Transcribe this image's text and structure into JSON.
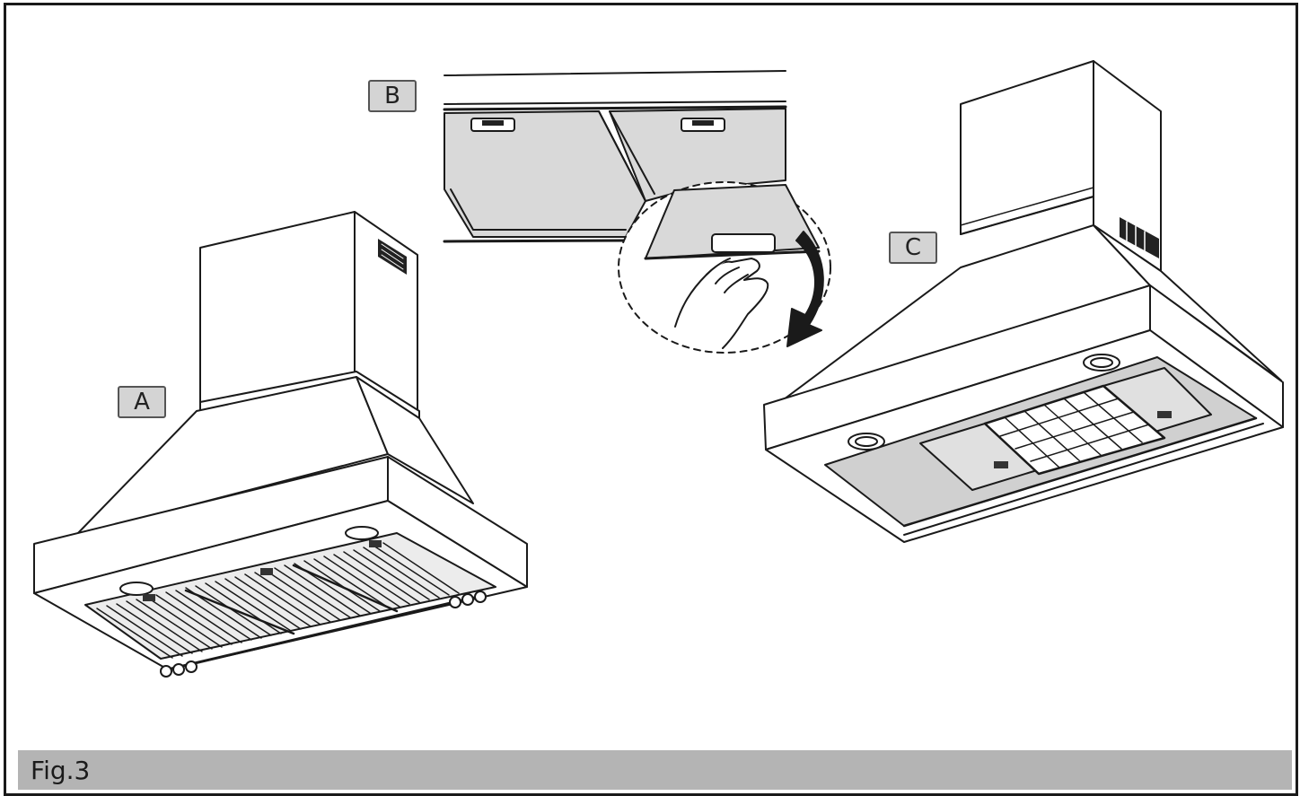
{
  "callouts": {
    "a": "A",
    "b": "B",
    "c": "C"
  },
  "caption": "Fig.3",
  "colors": {
    "line": "#1a1a1a",
    "filter_fill": "#d9d9d9",
    "callout_fill": "#d4d4d4",
    "caption_fill": "#b4b4b4",
    "arrow": "#1a1a1a"
  },
  "icons": {
    "arrow": "curved-arrow-down",
    "hand": "hand-pulling-tab"
  }
}
